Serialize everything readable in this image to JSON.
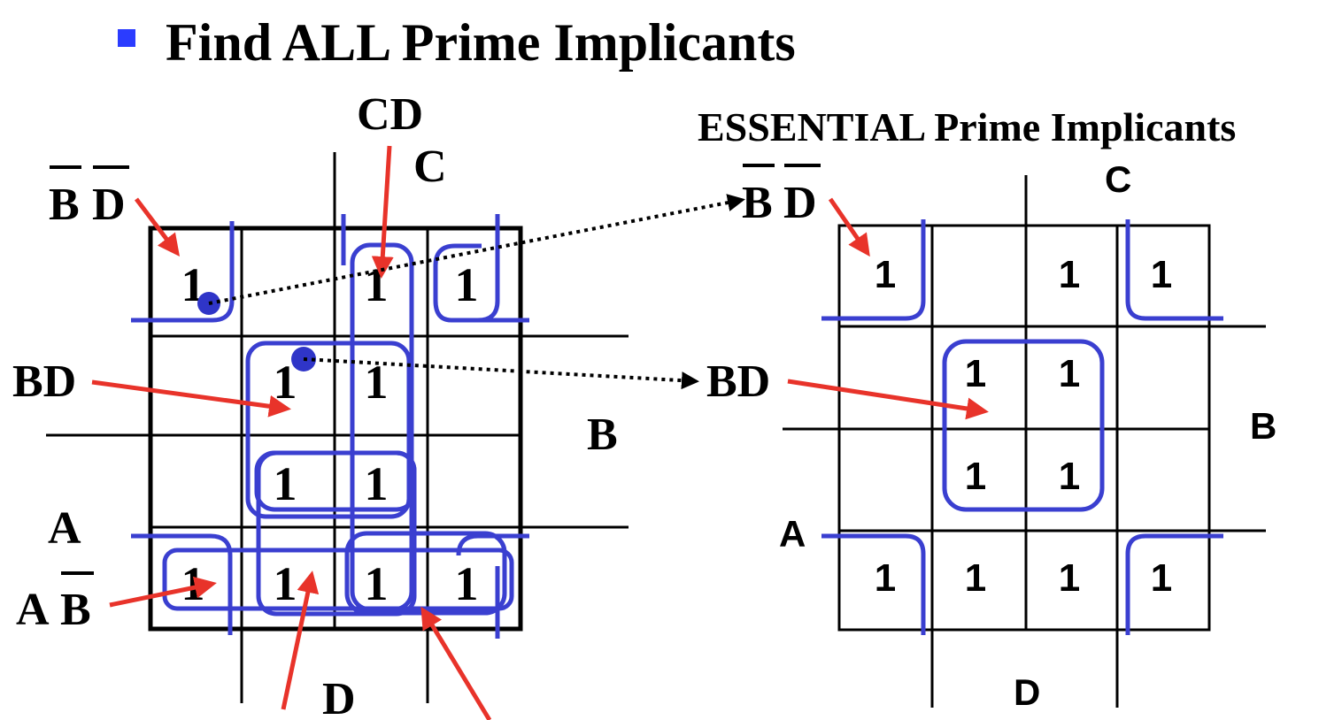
{
  "title": {
    "bullet_color": "#2b3cff",
    "text": "Find ALL Prime Implicants"
  },
  "colors": {
    "group_outline": "#3a3fd0",
    "arrow": "#e8332a",
    "grid": "#000000",
    "dot": "#2f35c8"
  },
  "left_map": {
    "var_cd_label": "CD",
    "var_c_label": "C",
    "var_b_label": "B",
    "var_a_label": "A",
    "var_d_label": "D",
    "cell_value": "1",
    "ones": [
      [
        1,
        0,
        1,
        1
      ],
      [
        0,
        1,
        1,
        0
      ],
      [
        0,
        1,
        1,
        0
      ],
      [
        1,
        1,
        1,
        1
      ]
    ],
    "arrow_labels": {
      "bd_bar": {
        "first": "B",
        "second": "D"
      },
      "bd": "BD",
      "ab_bar": {
        "first": "A",
        "second": "B"
      }
    }
  },
  "right_map": {
    "heading": "ESSENTIAL Prime Implicants",
    "var_c_label": "C",
    "var_b_label": "B",
    "var_a_label": "A",
    "var_d_label": "D",
    "cell_value": "1",
    "ones": [
      [
        1,
        0,
        1,
        1
      ],
      [
        0,
        1,
        1,
        0
      ],
      [
        0,
        1,
        1,
        0
      ],
      [
        1,
        1,
        1,
        1
      ]
    ],
    "arrow_labels": {
      "bd_bar": {
        "first": "B",
        "second": "D"
      },
      "bd": "BD"
    }
  }
}
